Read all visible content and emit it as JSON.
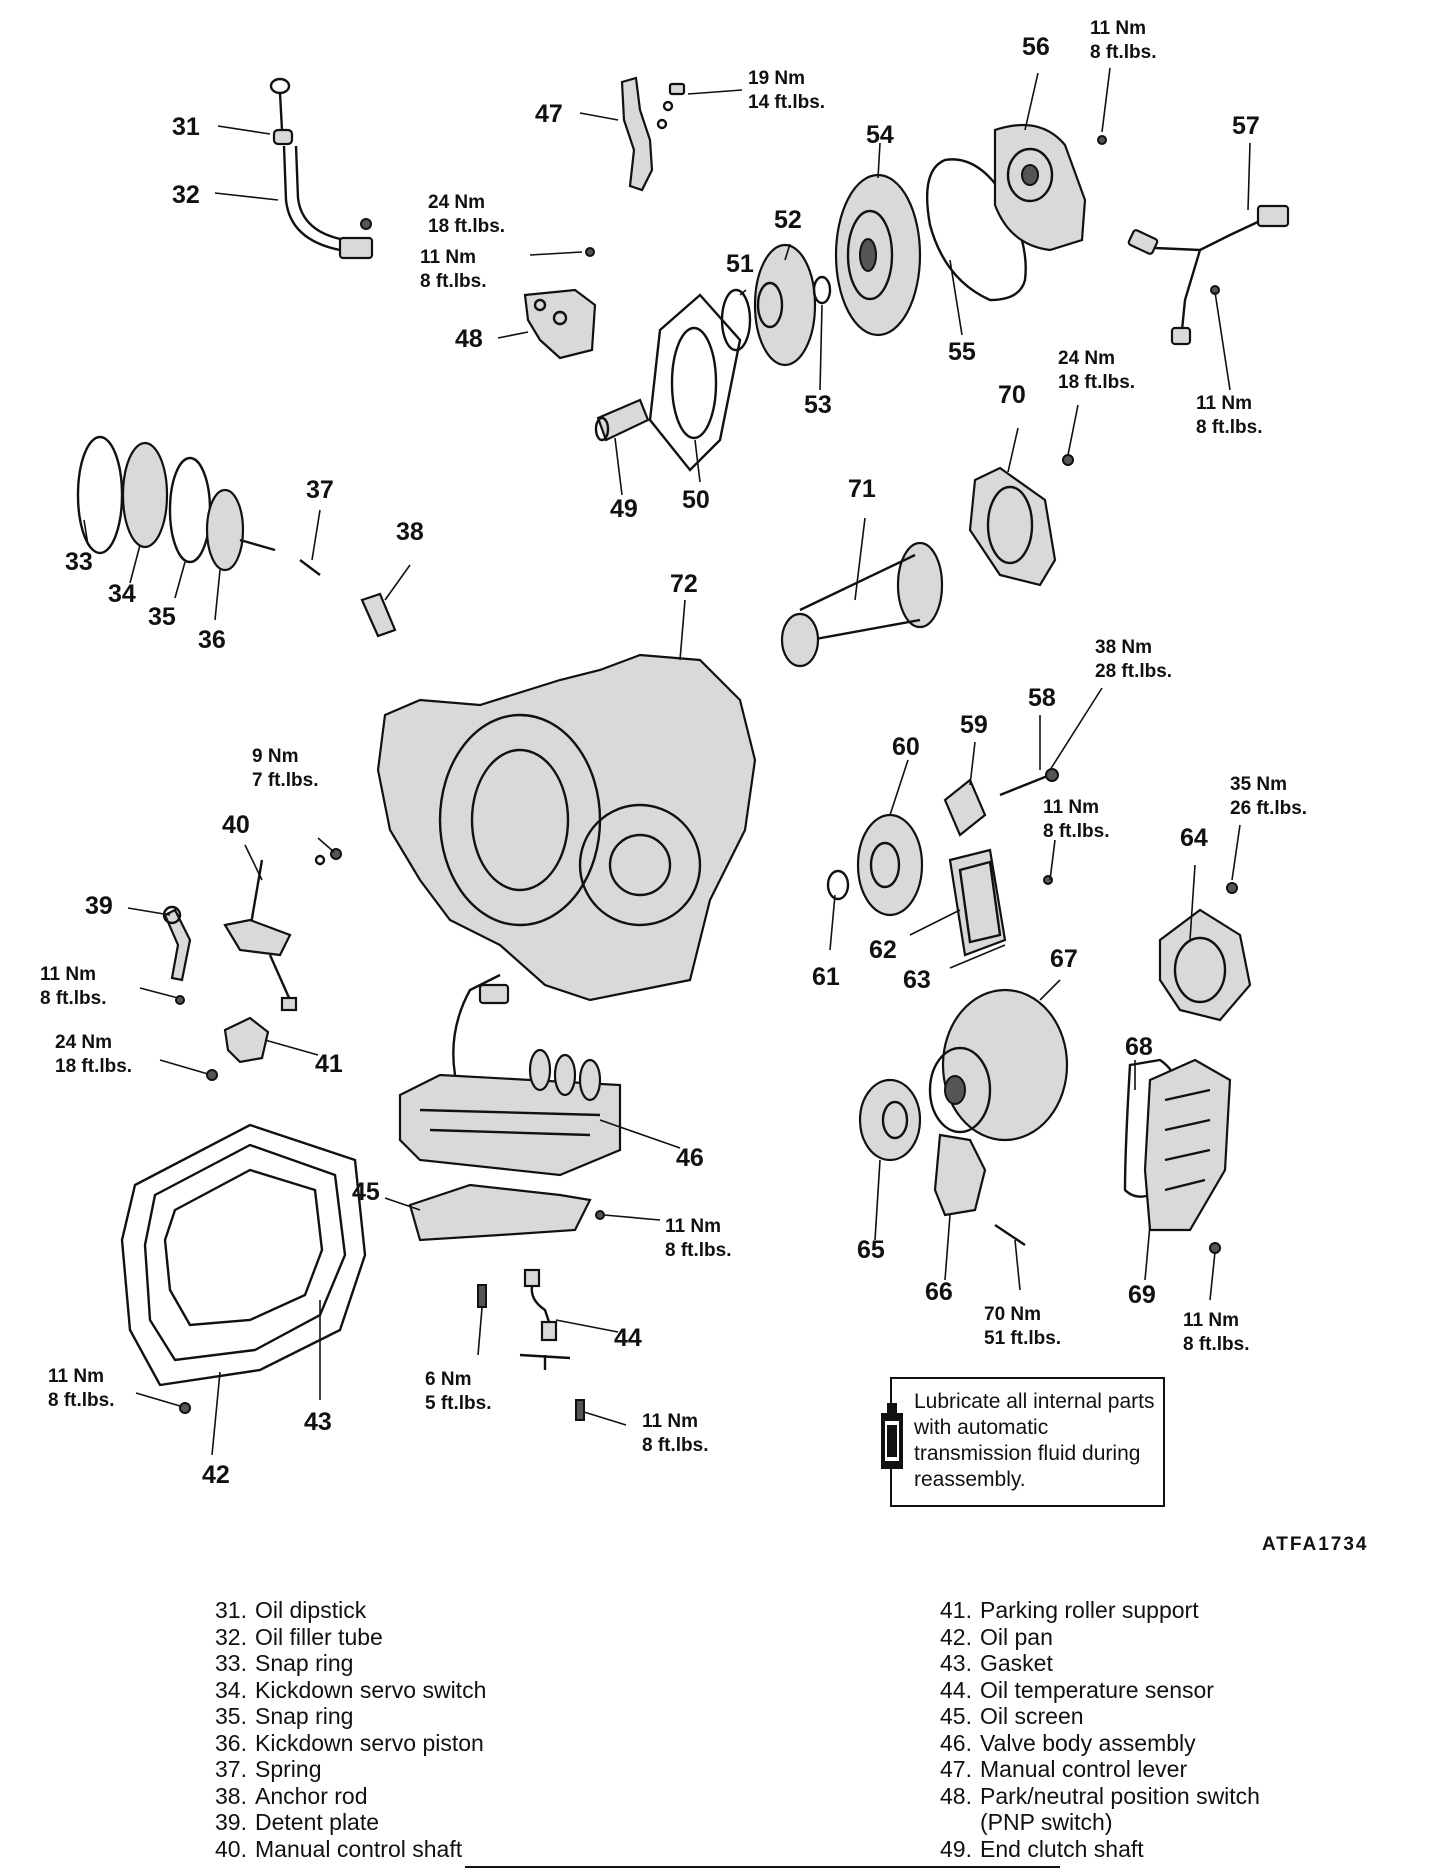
{
  "figure_id": "ATFA1734",
  "note": "Lubricate all internal parts with automatic transmission fluid during reassembly.",
  "callouts": {
    "c31": "31",
    "c32": "32",
    "c33": "33",
    "c34": "34",
    "c35": "35",
    "c36": "36",
    "c37": "37",
    "c38": "38",
    "c39": "39",
    "c40": "40",
    "c41": "41",
    "c42": "42",
    "c43": "43",
    "c44": "44",
    "c45": "45",
    "c46": "46",
    "c47": "47",
    "c48": "48",
    "c49": "49",
    "c50": "50",
    "c51": "51",
    "c52": "52",
    "c53": "53",
    "c54": "54",
    "c55": "55",
    "c56": "56",
    "c57": "57",
    "c58": "58",
    "c59": "59",
    "c60": "60",
    "c61": "61",
    "c62": "62",
    "c63": "63",
    "c64": "64",
    "c65": "65",
    "c66": "66",
    "c67": "67",
    "c68": "68",
    "c69": "69",
    "c70": "70",
    "c71": "71",
    "c72": "72"
  },
  "torque": {
    "t_19nm": "19 Nm",
    "t_14ft": "14 ft.lbs.",
    "t_56nm": "11 Nm",
    "t_56ft": "8 ft.lbs.",
    "t_32nm": "24 Nm",
    "t_32ft": "18 ft.lbs.",
    "t_48nm": "11 Nm",
    "t_48ft": "8 ft.lbs.",
    "t_57nm": "11 Nm",
    "t_57ft": "8 ft.lbs.",
    "t_70nm": "24 Nm",
    "t_70ft": "18 ft.lbs.",
    "t_58nm": "38 Nm",
    "t_58ft": "28 ft.lbs.",
    "t_40nm": "9 Nm",
    "t_40ft": "7 ft.lbs.",
    "t_62nm": "11 Nm",
    "t_62ft": "8 ft.lbs.",
    "t_64nm": "35 Nm",
    "t_64ft": "26 ft.lbs.",
    "t_39nm": "11 Nm",
    "t_39ft": "8 ft.lbs.",
    "t_41nm": "24 Nm",
    "t_41ft": "18 ft.lbs.",
    "t_45nm": "11 Nm",
    "t_45ft": "8 ft.lbs.",
    "t_66nm": "70 Nm",
    "t_66ft": "51 ft.lbs.",
    "t_69nm": "11 Nm",
    "t_69ft": "8 ft.lbs.",
    "t_42nm": "11 Nm",
    "t_42ft": "8 ft.lbs.",
    "t_44anm": "6 Nm",
    "t_44aft": "5 ft.lbs.",
    "t_44bnm": "11 Nm",
    "t_44bft": "8 ft.lbs."
  },
  "legend_left": [
    {
      "num": "31.",
      "text": "Oil dipstick"
    },
    {
      "num": "32.",
      "text": "Oil filler tube"
    },
    {
      "num": "33.",
      "text": "Snap ring"
    },
    {
      "num": "34.",
      "text": "Kickdown servo switch"
    },
    {
      "num": "35.",
      "text": "Snap ring"
    },
    {
      "num": "36.",
      "text": "Kickdown servo piston"
    },
    {
      "num": "37.",
      "text": "Spring"
    },
    {
      "num": "38.",
      "text": "Anchor rod"
    },
    {
      "num": "39.",
      "text": "Detent plate"
    },
    {
      "num": "40.",
      "text": "Manual control shaft"
    }
  ],
  "legend_right": [
    {
      "num": "41.",
      "text": "Parking roller support"
    },
    {
      "num": "42.",
      "text": "Oil pan"
    },
    {
      "num": "43.",
      "text": "Gasket"
    },
    {
      "num": "44.",
      "text": "Oil temperature sensor"
    },
    {
      "num": "45.",
      "text": "Oil screen"
    },
    {
      "num": "46.",
      "text": "Valve body assembly"
    },
    {
      "num": "47.",
      "text": "Manual control lever"
    },
    {
      "num": "48.",
      "text": "Park/neutral position switch"
    },
    {
      "num": "",
      "text": "(PNP switch)"
    },
    {
      "num": "49.",
      "text": "End clutch shaft"
    }
  ]
}
